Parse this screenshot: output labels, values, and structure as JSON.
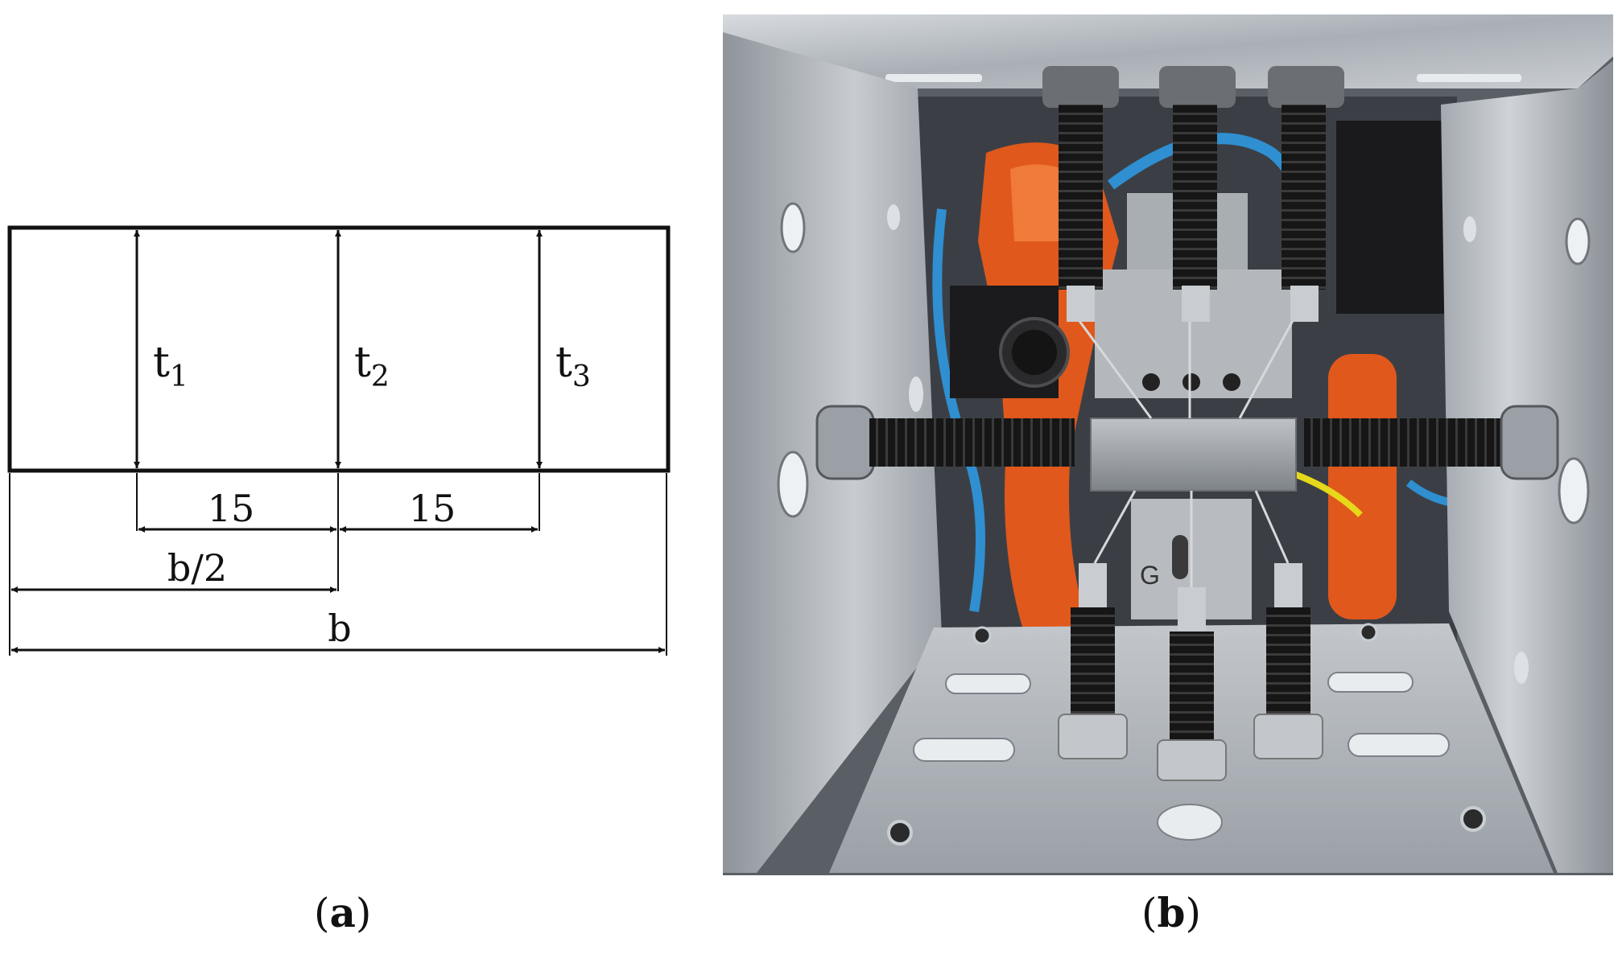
{
  "diagram": {
    "thickness_labels": [
      {
        "base": "t",
        "sub": "1"
      },
      {
        "base": "t",
        "sub": "2"
      },
      {
        "base": "t",
        "sub": "3"
      }
    ],
    "spacing_labels": [
      "15",
      "15"
    ],
    "half_width_label": "b/2",
    "width_label": "b"
  },
  "captions": {
    "a": {
      "open": "(",
      "letter": "a",
      "close": ")"
    },
    "b": {
      "open": "(",
      "letter": "b",
      "close": ")"
    }
  },
  "photo": {
    "description_icon": "photo-test-fixture",
    "plate_letter": "G",
    "colors": {
      "aluminium": "#b9bec4",
      "robot_orange": "#e0581c",
      "hose_blue": "#2f8fd0",
      "bellows_black": "#161616"
    }
  }
}
